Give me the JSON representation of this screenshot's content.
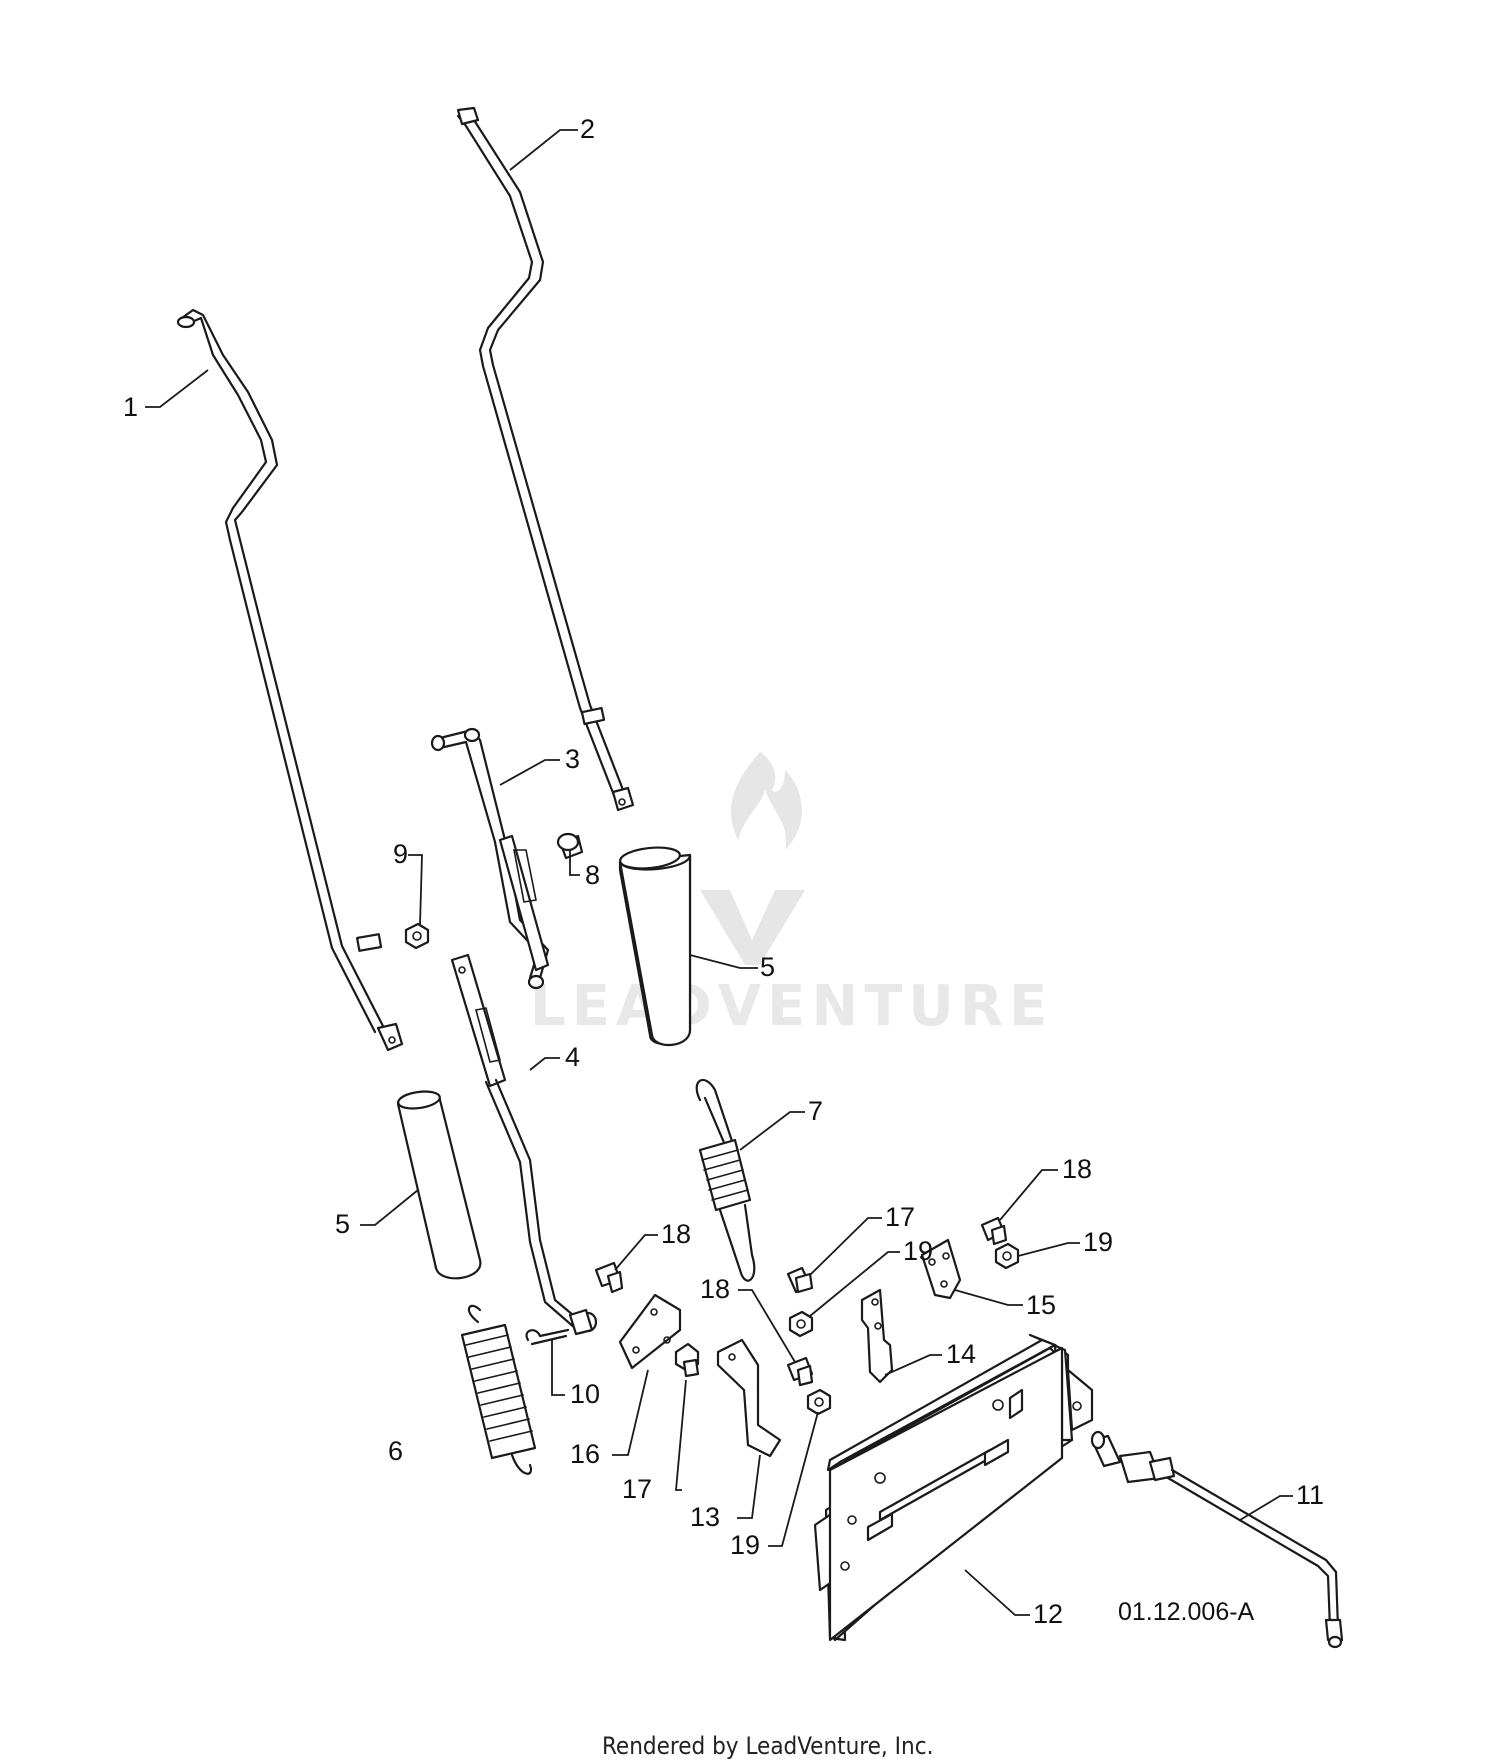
{
  "diagram": {
    "callouts": [
      "1",
      "2",
      "3",
      "4",
      "5",
      "5",
      "6",
      "7",
      "8",
      "9",
      "10",
      "11",
      "12",
      "13",
      "14",
      "15",
      "16",
      "17",
      "17",
      "18",
      "18",
      "18",
      "19",
      "19",
      "19"
    ],
    "reference_code": "01.12.006-A",
    "footer": "Rendered by LeadVenture, Inc.",
    "watermark_text": "LEADVENTURE"
  }
}
